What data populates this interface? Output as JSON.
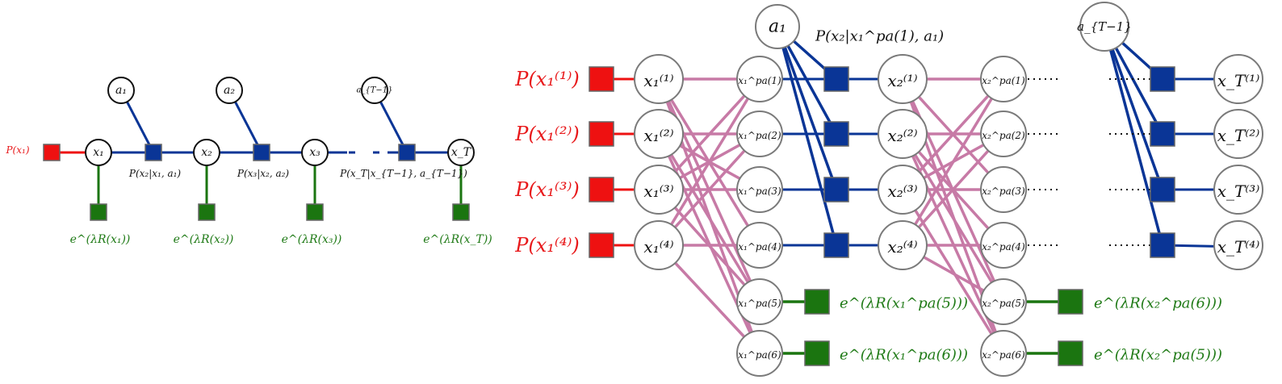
{
  "colors": {
    "prior": "#ee1111",
    "transition": "#0a3596",
    "reward": "#1b7510",
    "particle_edge": "#c77aa6",
    "node_stroke": "#7a7a7a",
    "chain_node_stroke": "#111111"
  },
  "left": {
    "prior_label": "P(x₁)",
    "states": [
      "x₁",
      "x₂",
      "x₃",
      "x_T"
    ],
    "actions": [
      "a₁",
      "a₂",
      "a_{T−1}"
    ],
    "transitions": [
      "P(x₂|x₁, a₁)",
      "P(x₃|x₂, a₂)",
      "P(x_T|x_{T−1}, a_{T−1})"
    ],
    "rewards": [
      "e^(λR(x₁))",
      "e^(λR(x₂))",
      "e^(λR(x₃))",
      "e^(λR(x_T))"
    ]
  },
  "right": {
    "priors": [
      "P(x₁⁽¹⁾)",
      "P(x₁⁽²⁾)",
      "P(x₁⁽³⁾)",
      "P(x₁⁽⁴⁾)"
    ],
    "particles_t1": [
      "x₁⁽¹⁾",
      "x₁⁽²⁾",
      "x₁⁽³⁾",
      "x₁⁽⁴⁾"
    ],
    "parents_t1": [
      "x₁^pa(1)",
      "x₁^pa(2)",
      "x₁^pa(3)",
      "x₁^pa(4)",
      "x₁^pa(5)",
      "x₁^pa(6)"
    ],
    "particles_t2": [
      "x₂⁽¹⁾",
      "x₂⁽²⁾",
      "x₂⁽³⁾",
      "x₂⁽⁴⁾"
    ],
    "parents_t2": [
      "x₂^pa(1)",
      "x₂^pa(2)",
      "x₂^pa(3)",
      "x₂^pa(4)",
      "x₂^pa(5)",
      "x₂^pa(6)"
    ],
    "particles_tT": [
      "x_T⁽¹⁾",
      "x_T⁽²⁾",
      "x_T⁽³⁾",
      "x_T⁽⁴⁾"
    ],
    "action_1": "a₁",
    "action_T": "a_{T−1}",
    "transition_label": "P(x₂|x₁^pa(1), a₁)",
    "rewards_t1": [
      "e^(λR(x₁^pa(5)))",
      "e^(λR(x₁^pa(6)))"
    ],
    "rewards_t2": [
      "e^(λR(x₂^pa(6)))",
      "e^(λR(x₂^pa(5)))"
    ]
  }
}
